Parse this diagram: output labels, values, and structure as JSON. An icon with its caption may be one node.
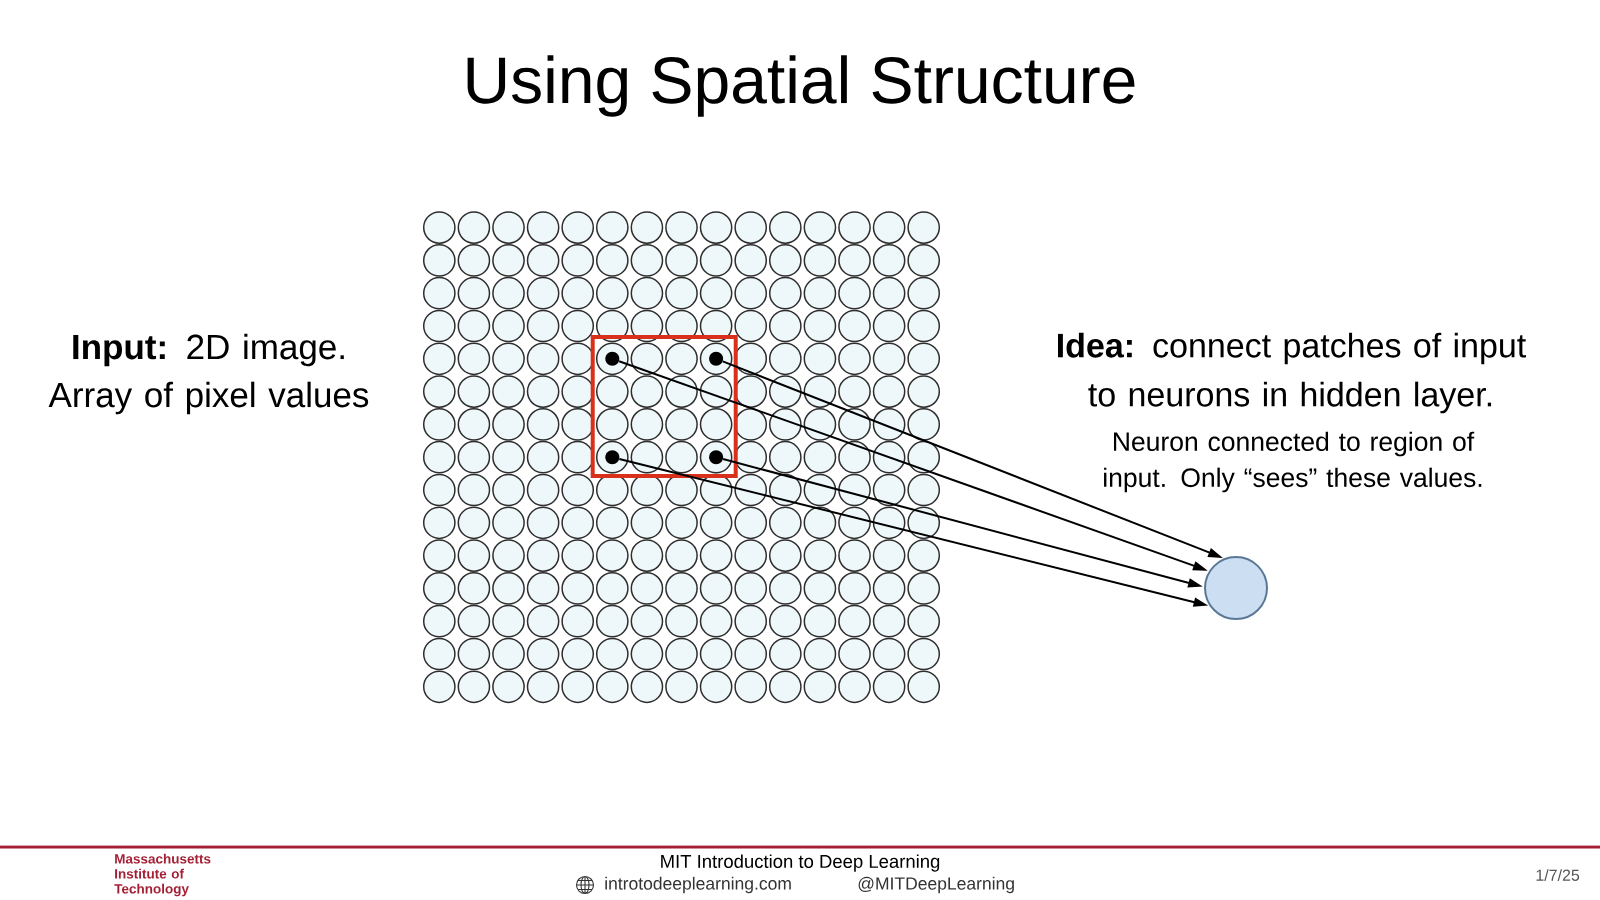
{
  "diagram": {
    "title": "Using Spatial Structure",
    "nodes": [
      {
        "text": [],
        "shape": "box"
      },
      {
        "text": [],
        "shape": "circle",
        "in": 0
      },
      {
        "text": [],
        "shape": "circle",
        "in": 0
      },
      {
        "text": [],
        "shape": "circle",
        "in": 0
      },
      {
        "text": [],
        "shape": "circle",
        "in": 0
      },
      {
        "text": [],
        "shape": "circle"
      }
    ],
    "edges": [
      {
        "from": 1,
        "to": 5,
        "arrow": "to"
      },
      {
        "from": 2,
        "to": 5,
        "arrow": "to"
      },
      {
        "from": 3,
        "to": 5,
        "arrow": "to"
      },
      {
        "from": 4,
        "to": 5,
        "arrow": "to"
      }
    ],
    "labels": [
      "**Input:** 2D image. Array of pixel values",
      "**Idea:** connect patches of input to neurons in hidden layer.",
      "Neuron connected to region of input. Only “sees” these values.",
      "Massachusetts Institute of Technology",
      "MIT Introduction to Deep Learning",
      "introtodeeplearning.com",
      "@MITDeepLearning",
      "1/7/25"
    ]
  }
}
